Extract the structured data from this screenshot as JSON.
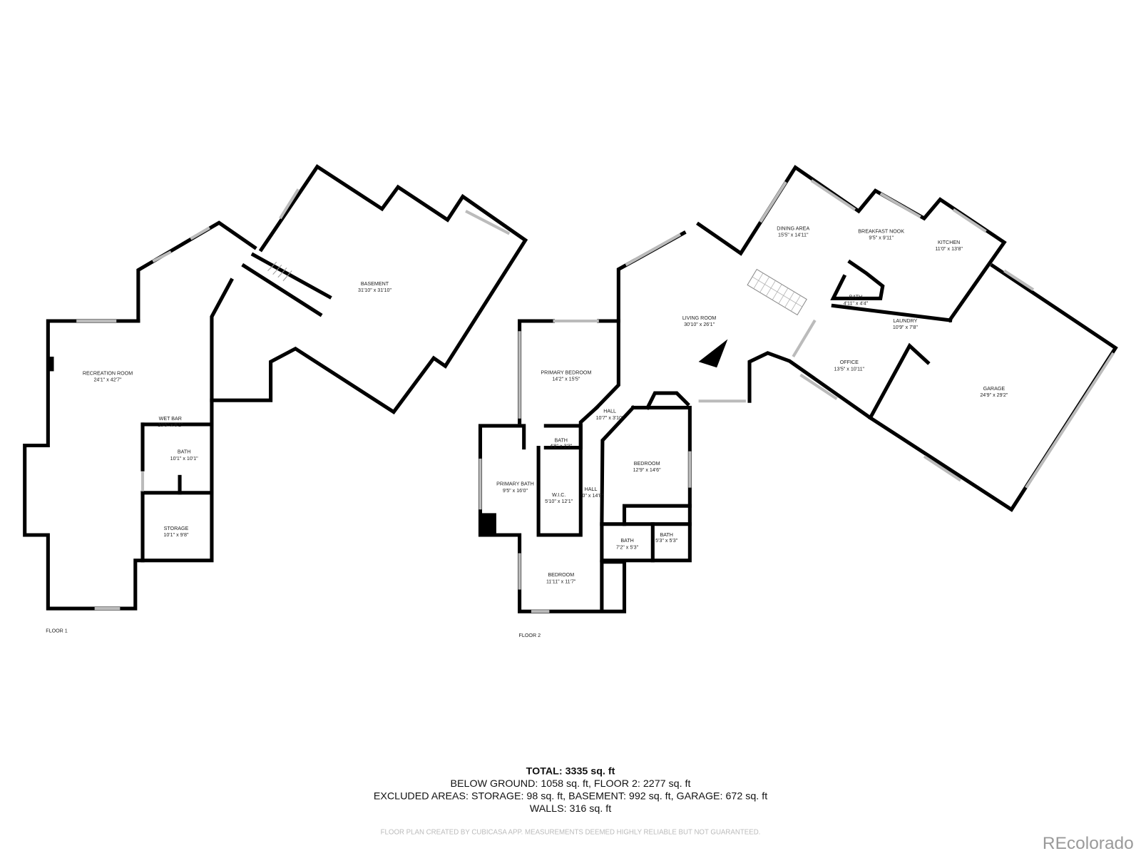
{
  "floor1": {
    "label": "FLOOR 1",
    "rooms": [
      {
        "name": "RECREATION ROOM",
        "dims": "24'1\" x 42'7\""
      },
      {
        "name": "WET BAR",
        "dims": "10'5\" x 6'1\""
      },
      {
        "name": "BATH",
        "dims": "10'1\" x 10'1\""
      },
      {
        "name": "STORAGE",
        "dims": "10'1\" x 9'8\""
      },
      {
        "name": "BASEMENT",
        "dims": "31'10\" x 31'10\""
      }
    ]
  },
  "floor2": {
    "label": "FLOOR 2",
    "rooms": [
      {
        "name": "LIVING ROOM",
        "dims": "30'10\" x 26'1\""
      },
      {
        "name": "DINING AREA",
        "dims": "15'5\" x 14'11\""
      },
      {
        "name": "BREAKFAST NOOK",
        "dims": "9'5\" x 9'11\""
      },
      {
        "name": "KITCHEN",
        "dims": "11'0\" x 13'8\""
      },
      {
        "name": "BATH",
        "dims": "4'11\" x 4'4\""
      },
      {
        "name": "LAUNDRY",
        "dims": "10'9\" x 7'8\""
      },
      {
        "name": "OFFICE",
        "dims": "13'5\" x 10'11\""
      },
      {
        "name": "GARAGE",
        "dims": "24'9\" x 29'2\""
      },
      {
        "name": "PRIMARY BEDROOM",
        "dims": "14'2\" x 15'5\""
      },
      {
        "name": "HALL",
        "dims": "10'7\" x 3'10\""
      },
      {
        "name": "BATH",
        "dims": "4'8\" x 3'3\""
      },
      {
        "name": "PRIMARY BATH",
        "dims": "9'5\" x 16'0\""
      },
      {
        "name": "W.I.C.",
        "dims": "5'10\" x 12'1\""
      },
      {
        "name": "HALL",
        "dims": "'0\" x 14'8\""
      },
      {
        "name": "BEDROOM",
        "dims": "12'9\" x 14'6\""
      },
      {
        "name": "BATH",
        "dims": "7'2\" x 5'3\""
      },
      {
        "name": "BATH",
        "dims": "5'3\" x 5'3\""
      },
      {
        "name": "BEDROOM",
        "dims": "11'11\" x 11'7\""
      }
    ]
  },
  "summary": {
    "total": "TOTAL: 3335 sq. ft",
    "line1": "BELOW GROUND: 1058 sq. ft, FLOOR 2: 2277 sq. ft",
    "line2": "EXCLUDED AREAS: STORAGE: 98 sq. ft, BASEMENT: 992 sq. ft, GARAGE: 672 sq. ft",
    "line3": "WALLS: 316 sq. ft",
    "disclaimer": "FLOOR PLAN CREATED BY CUBICASA APP. MEASUREMENTS DEEMED HIGHLY RELIABLE BUT NOT GUARANTEED."
  },
  "watermark": "REcolorado"
}
